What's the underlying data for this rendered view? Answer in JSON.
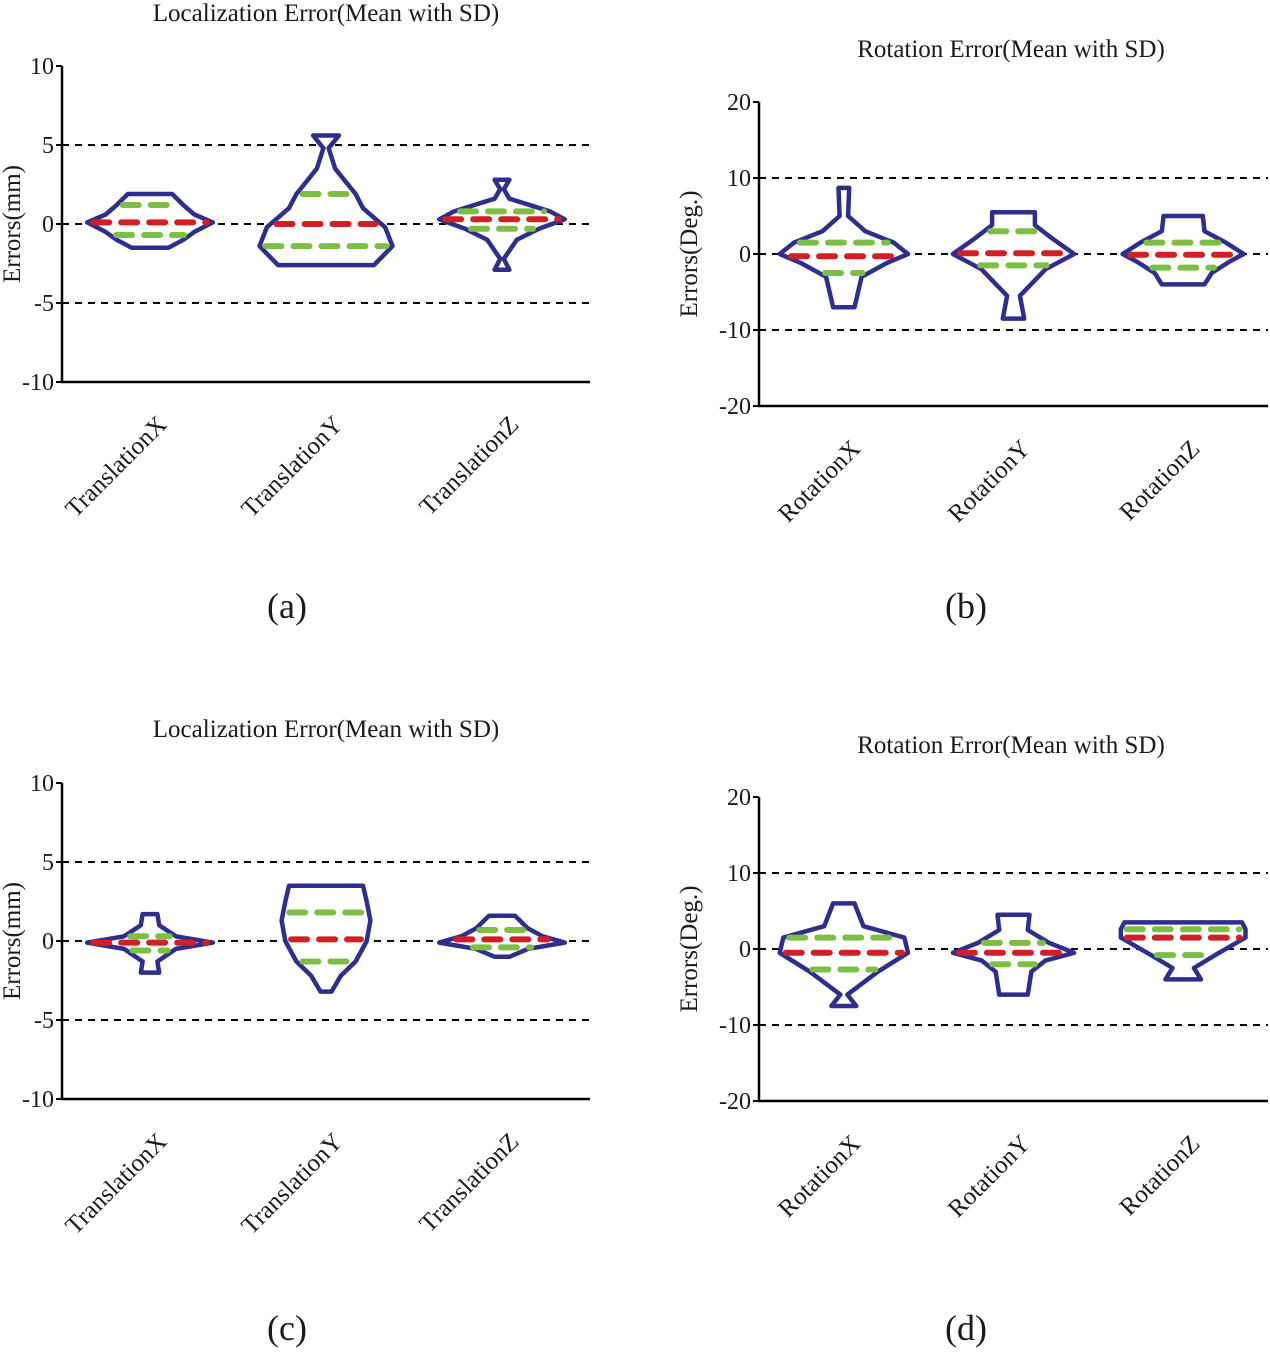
{
  "colors": {
    "outline": "#2e2e8f",
    "mean": "#d21e24",
    "sd": "#7bc043",
    "reference": "#000000",
    "axis": "#000000"
  },
  "chart_data": [
    {
      "panel_label": "(a)",
      "type": "violin",
      "title": "Localization Error(Mean with SD)",
      "xlabel": "",
      "ylabel": "Errors(mm)",
      "ylim": [
        -10,
        10
      ],
      "yticks": [
        "10",
        "5",
        "0",
        "-5",
        "-10"
      ],
      "yticks_values": [
        10,
        5,
        0,
        -5,
        -10
      ],
      "reference_lines": [
        5,
        0,
        -5
      ],
      "categories": [
        "TranslationX",
        "TranslationY",
        "TranslationZ"
      ],
      "violins": [
        {
          "name": "TranslationX",
          "mean": 0.1,
          "sd_upper": 1.2,
          "sd_lower": -0.7,
          "profile": [
            [
              -1.5,
              0.5
            ],
            [
              -1.0,
              0.9
            ],
            [
              -0.5,
              1.2
            ],
            [
              0.1,
              1.7
            ],
            [
              0.6,
              1.2
            ],
            [
              1.2,
              0.9
            ],
            [
              1.9,
              0.6
            ]
          ]
        },
        {
          "name": "TranslationY",
          "mean": 0.0,
          "sd_upper": 1.9,
          "sd_lower": -1.4,
          "profile": [
            [
              -2.6,
              1.3
            ],
            [
              -1.4,
              1.8
            ],
            [
              -0.2,
              1.6
            ],
            [
              1.0,
              1.0
            ],
            [
              1.9,
              0.8
            ],
            [
              3.5,
              0.25
            ],
            [
              4.8,
              0.07
            ],
            [
              5.6,
              0.35
            ]
          ]
        },
        {
          "name": "TranslationZ",
          "mean": 0.3,
          "sd_upper": 0.8,
          "sd_lower": -0.3,
          "profile": [
            [
              -2.9,
              0.2
            ],
            [
              -2.2,
              0.05
            ],
            [
              -1.0,
              0.4
            ],
            [
              -0.3,
              1.0
            ],
            [
              0.3,
              1.7
            ],
            [
              0.8,
              1.3
            ],
            [
              1.6,
              0.2
            ],
            [
              2.2,
              0.05
            ],
            [
              2.8,
              0.2
            ]
          ]
        }
      ]
    },
    {
      "panel_label": "(b)",
      "type": "violin",
      "title": "Rotation Error(Mean with SD)",
      "xlabel": "",
      "ylabel": "Errors(Deg.)",
      "ylim": [
        -20,
        20
      ],
      "yticks": [
        "20",
        "10",
        "0",
        "-10",
        "-20"
      ],
      "yticks_values": [
        20,
        10,
        0,
        -10,
        -20
      ],
      "reference_lines": [
        10,
        0,
        -10
      ],
      "categories": [
        "RotationX",
        "RotationY",
        "RotationZ"
      ],
      "violins": [
        {
          "name": "RotationX",
          "mean": -0.3,
          "sd_upper": 1.5,
          "sd_lower": -2.5,
          "profile": [
            [
              -7.0,
              0.3
            ],
            [
              -5.0,
              0.4
            ],
            [
              -3.0,
              0.5
            ],
            [
              -1.2,
              1.2
            ],
            [
              0.0,
              1.8
            ],
            [
              1.5,
              1.4
            ],
            [
              3.0,
              0.6
            ],
            [
              5.0,
              0.12
            ],
            [
              8.7,
              0.15
            ]
          ]
        },
        {
          "name": "RotationY",
          "mean": 0.1,
          "sd_upper": 3.0,
          "sd_lower": -1.5,
          "profile": [
            [
              -8.5,
              0.3
            ],
            [
              -5.5,
              0.18
            ],
            [
              -2.0,
              0.9
            ],
            [
              0.0,
              1.7
            ],
            [
              2.0,
              1.1
            ],
            [
              3.8,
              0.6
            ],
            [
              5.5,
              0.6
            ]
          ]
        },
        {
          "name": "RotationZ",
          "mean": -0.1,
          "sd_upper": 1.5,
          "sd_lower": -1.8,
          "profile": [
            [
              -4.0,
              0.6
            ],
            [
              -2.5,
              0.8
            ],
            [
              -1.0,
              1.3
            ],
            [
              0.0,
              1.7
            ],
            [
              1.5,
              1.2
            ],
            [
              3.0,
              0.6
            ],
            [
              5.0,
              0.55
            ]
          ]
        }
      ]
    },
    {
      "panel_label": "(c)",
      "type": "violin",
      "title": "Localization Error(Mean with SD)",
      "xlabel": "",
      "ylabel": "Errors(mm)",
      "ylim": [
        -10,
        10
      ],
      "yticks": [
        "10",
        "5",
        "0",
        "-5",
        "-10"
      ],
      "yticks_values": [
        10,
        5,
        0,
        -5,
        -10
      ],
      "reference_lines": [
        5,
        0,
        -5
      ],
      "categories": [
        "TranslationX",
        "TranslationY",
        "TranslationZ"
      ],
      "violins": [
        {
          "name": "TranslationX",
          "mean": -0.1,
          "sd_upper": 0.3,
          "sd_lower": -0.6,
          "profile": [
            [
              -2.0,
              0.25
            ],
            [
              -1.3,
              0.2
            ],
            [
              -0.5,
              0.7
            ],
            [
              -0.1,
              1.7
            ],
            [
              0.3,
              0.7
            ],
            [
              1.0,
              0.25
            ],
            [
              1.7,
              0.2
            ]
          ]
        },
        {
          "name": "TranslationY",
          "mean": 0.1,
          "sd_upper": 1.8,
          "sd_lower": -1.3,
          "profile": [
            [
              -3.2,
              0.15
            ],
            [
              -2.2,
              0.4
            ],
            [
              -1.3,
              0.8
            ],
            [
              0.0,
              1.1
            ],
            [
              1.3,
              1.2
            ],
            [
              2.5,
              1.1
            ],
            [
              3.5,
              1.0
            ]
          ]
        },
        {
          "name": "TranslationZ",
          "mean": 0.1,
          "sd_upper": 0.7,
          "sd_lower": -0.4,
          "profile": [
            [
              -1.0,
              0.2
            ],
            [
              -0.5,
              0.7
            ],
            [
              -0.1,
              1.7
            ],
            [
              0.3,
              1.1
            ],
            [
              0.8,
              0.7
            ],
            [
              1.6,
              0.35
            ]
          ]
        }
      ]
    },
    {
      "panel_label": "(d)",
      "type": "violin",
      "title": "Rotation Error(Mean with SD)",
      "xlabel": "",
      "ylabel": "Errors(Deg.)",
      "ylim": [
        -20,
        20
      ],
      "yticks": [
        "20",
        "10",
        "0",
        "-10",
        "-20"
      ],
      "yticks_values": [
        20,
        10,
        0,
        -10,
        -20
      ],
      "reference_lines": [
        10,
        0,
        -10
      ],
      "categories": [
        "RotationX",
        "RotationY",
        "RotationZ"
      ],
      "violins": [
        {
          "name": "RotationX",
          "mean": -0.5,
          "sd_upper": 1.5,
          "sd_lower": -2.7,
          "profile": [
            [
              -7.5,
              0.35
            ],
            [
              -6.0,
              0.1
            ],
            [
              -3.0,
              0.95
            ],
            [
              -0.5,
              1.8
            ],
            [
              1.5,
              1.7
            ],
            [
              3.0,
              0.55
            ],
            [
              6.0,
              0.3
            ]
          ]
        },
        {
          "name": "RotationY",
          "mean": -0.5,
          "sd_upper": 0.8,
          "sd_lower": -2.0,
          "profile": [
            [
              -6.0,
              0.4
            ],
            [
              -3.0,
              0.5
            ],
            [
              -1.5,
              0.9
            ],
            [
              -0.5,
              1.7
            ],
            [
              0.8,
              1.0
            ],
            [
              2.5,
              0.4
            ],
            [
              4.5,
              0.45
            ]
          ]
        },
        {
          "name": "RotationZ",
          "mean": 1.5,
          "sd_upper": 2.6,
          "sd_lower": -0.8,
          "profile": [
            [
              -4.0,
              0.5
            ],
            [
              -2.5,
              0.3
            ],
            [
              -0.8,
              0.9
            ],
            [
              1.5,
              1.75
            ],
            [
              2.6,
              1.75
            ],
            [
              3.5,
              1.65
            ]
          ]
        }
      ]
    }
  ]
}
